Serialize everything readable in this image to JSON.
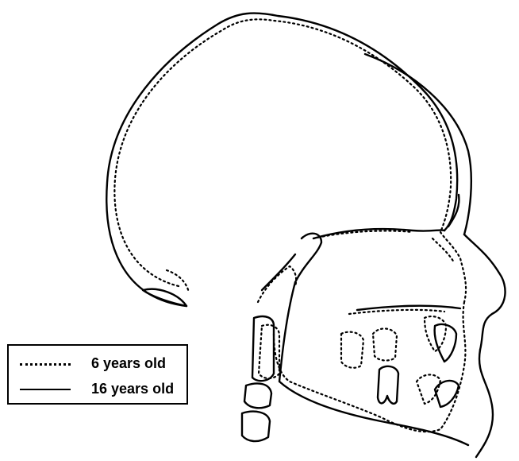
{
  "legend": {
    "items": [
      {
        "label": "6 years old",
        "line_style": "dotted"
      },
      {
        "label": "16 years old",
        "line_style": "solid"
      }
    ]
  },
  "colors": {
    "line": "#000000",
    "background": "#ffffff"
  }
}
